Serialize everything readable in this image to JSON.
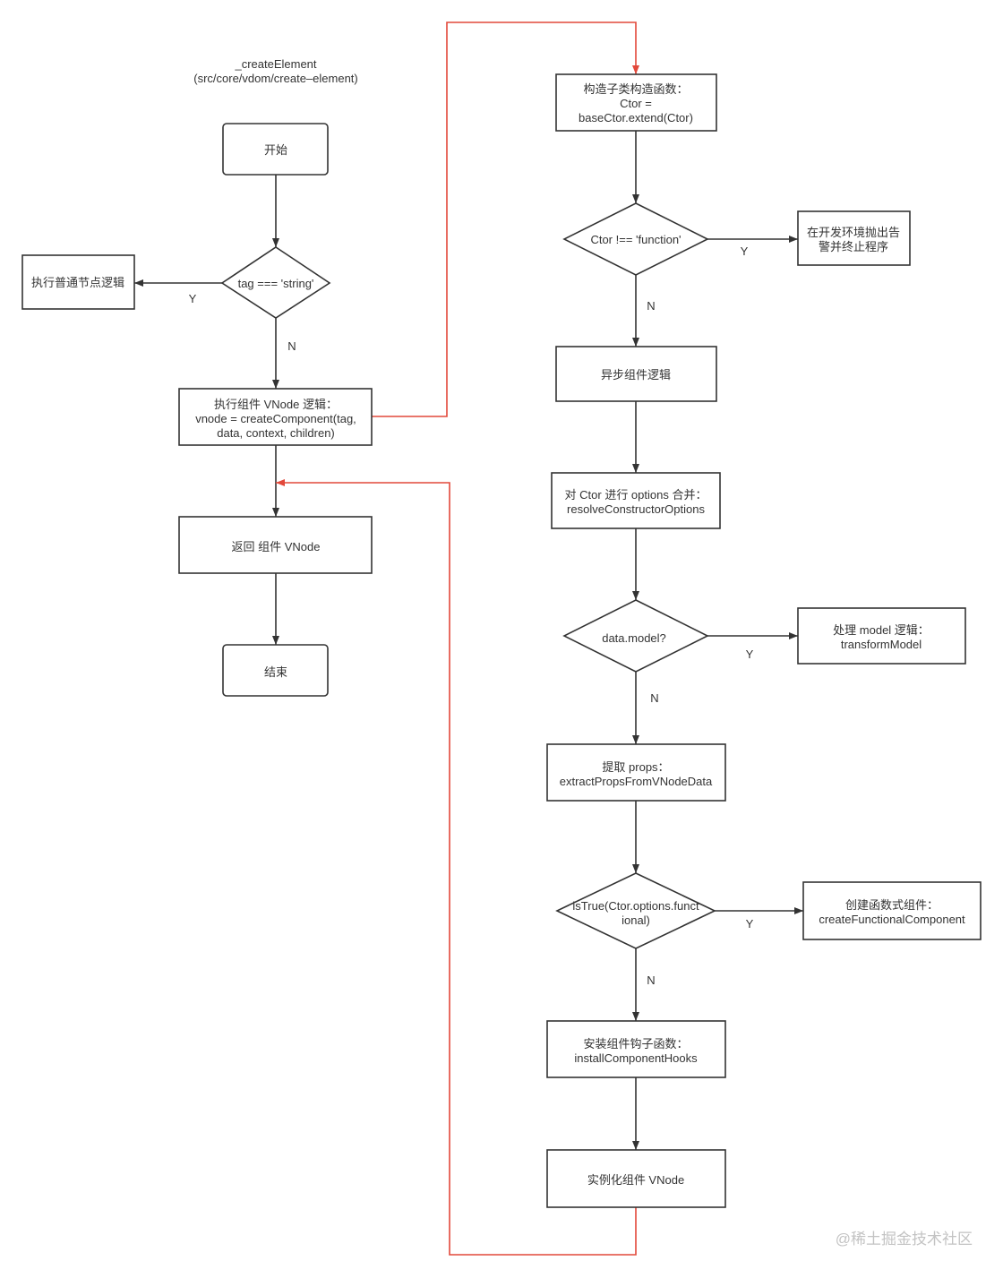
{
  "title": {
    "function_name": "_createElement",
    "source_path": "(src/core/vdom/create–element)"
  },
  "colors": {
    "line": "#333333",
    "return_path": "#e2483a",
    "text": "#333333",
    "watermark": "#c3c3c3"
  },
  "nodes": {
    "start": {
      "lines": [
        "开始"
      ]
    },
    "tag_is_string": {
      "lines": [
        "tag === 'string'"
      ]
    },
    "normal_node_logic": {
      "lines": [
        "执行普通节点逻辑"
      ]
    },
    "component_vnode_logic": {
      "lines": [
        "执行组件 VNode 逻辑：",
        "vnode = createComponent(tag,",
        "data, context, children)"
      ]
    },
    "return_component_vnode": {
      "lines": [
        "返回 组件 VNode"
      ]
    },
    "end": {
      "lines": [
        "结束"
      ]
    },
    "construct_subclass": {
      "lines": [
        "构造子类构造函数：",
        "Ctor =",
        "baseCtor.extend(Ctor)"
      ]
    },
    "ctor_not_function": {
      "lines": [
        "Ctor !== 'function'"
      ]
    },
    "dev_warning": {
      "lines": [
        "在开发环境抛出告",
        "警并终止程序"
      ]
    },
    "async_component": {
      "lines": [
        "异步组件逻辑"
      ]
    },
    "resolve_options": {
      "lines": [
        "对 Ctor 进行 options 合并：",
        "resolveConstructorOptions"
      ]
    },
    "data_model_check": {
      "lines": [
        "data.model?"
      ]
    },
    "transform_model": {
      "lines": [
        "处理 model 逻辑：",
        "transformModel"
      ]
    },
    "extract_props": {
      "lines": [
        "提取 props：",
        "extractPropsFromVNodeData"
      ]
    },
    "functional_check": {
      "lines": [
        "isTrue(Ctor.options.funct",
        "ional)"
      ]
    },
    "functional_component": {
      "lines": [
        "创建函数式组件：",
        "createFunctionalComponent"
      ]
    },
    "install_hooks": {
      "lines": [
        "安装组件钩子函数：",
        "installComponentHooks"
      ]
    },
    "instantiate_vnode": {
      "lines": [
        "实例化组件 VNode"
      ]
    }
  },
  "edge_labels": {
    "tag_is_string_yes": "Y",
    "tag_is_string_no": "N",
    "ctor_not_function_yes": "Y",
    "ctor_not_function_no": "N",
    "data_model_yes": "Y",
    "data_model_no": "N",
    "functional_yes": "Y",
    "functional_no": "N"
  },
  "watermark": "@稀土掘金技术社区"
}
